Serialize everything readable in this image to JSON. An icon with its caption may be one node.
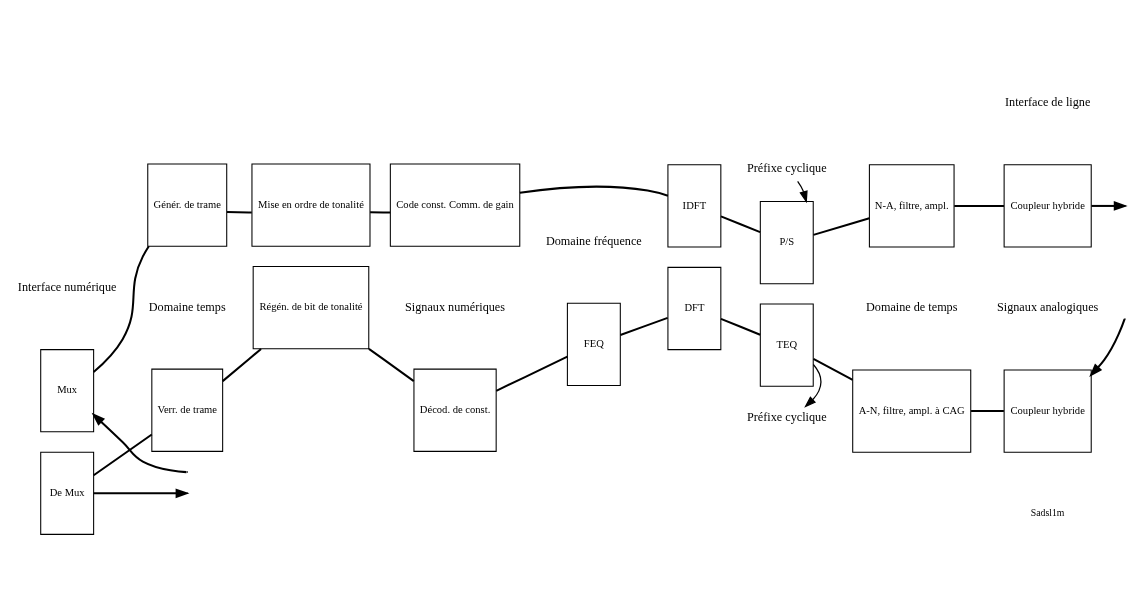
{
  "diagram": {
    "nodes": [
      {
        "text": [
          "Mux"
        ]
      },
      {
        "text": [
          "Génér. de trame"
        ]
      },
      {
        "text": [
          "Mise en ordre de tonalité"
        ]
      },
      {
        "text": [
          "Code const. Comm. de gain"
        ]
      },
      {
        "text": [
          "IDFT"
        ]
      },
      {
        "text": [
          "P/S"
        ]
      },
      {
        "text": [
          "N-A, filtre, ampl."
        ]
      },
      {
        "text": [
          "Coupleur hybride"
        ]
      },
      {
        "text": [
          "Préfixe cyclique"
        ]
      },
      {
        "text": [
          "De Mux"
        ]
      },
      {
        "text": [
          "Verr. de trame"
        ]
      },
      {
        "text": [
          "Régén. de bit de tonalité"
        ]
      },
      {
        "text": [
          "Décod. de const."
        ]
      },
      {
        "text": [
          "FEQ"
        ]
      },
      {
        "text": [
          "DFT"
        ]
      },
      {
        "text": [
          "TEQ"
        ]
      },
      {
        "text": [
          "A-N, filtre, ampl. à CAG"
        ]
      },
      {
        "text": [
          "Coupleur hybride"
        ]
      },
      {
        "text": [
          "Préfixe cyclique"
        ]
      }
    ],
    "edges": [
      {
        "from": null,
        "to": 0,
        "arrow": "to"
      },
      {
        "from": 0,
        "to": 1,
        "arrow": "none"
      },
      {
        "from": 1,
        "to": 2,
        "arrow": "none"
      },
      {
        "from": 2,
        "to": 3,
        "arrow": "none"
      },
      {
        "from": 3,
        "to": 4,
        "arrow": "none"
      },
      {
        "from": 4,
        "to": 5,
        "arrow": "none"
      },
      {
        "from": 5,
        "to": 6,
        "arrow": "none"
      },
      {
        "from": 6,
        "to": 7,
        "arrow": "none"
      },
      {
        "from": 7,
        "to": null,
        "arrow": "to"
      },
      {
        "from": 8,
        "to": 5,
        "arrow": "to"
      },
      {
        "from": null,
        "to": 17,
        "arrow": "to"
      },
      {
        "from": 17,
        "to": 16,
        "arrow": "none"
      },
      {
        "from": 16,
        "to": 15,
        "arrow": "none"
      },
      {
        "from": 15,
        "to": 14,
        "arrow": "none"
      },
      {
        "from": 14,
        "to": 13,
        "arrow": "none"
      },
      {
        "from": 13,
        "to": 12,
        "arrow": "none"
      },
      {
        "from": 12,
        "to": 11,
        "arrow": "none"
      },
      {
        "from": 11,
        "to": 10,
        "arrow": "none"
      },
      {
        "from": 10,
        "to": 9,
        "arrow": "none"
      },
      {
        "from": 9,
        "to": null,
        "arrow": "to"
      },
      {
        "from": 15,
        "to": 18,
        "arrow": "to"
      }
    ],
    "labels": [
      "Interface numérique",
      "Interface de ligne",
      "Signaux numériques",
      "Signaux analogiques",
      "Domaine temps",
      "Domaine fréquence",
      "Domaine de temps",
      "Sadsl1m"
    ]
  }
}
